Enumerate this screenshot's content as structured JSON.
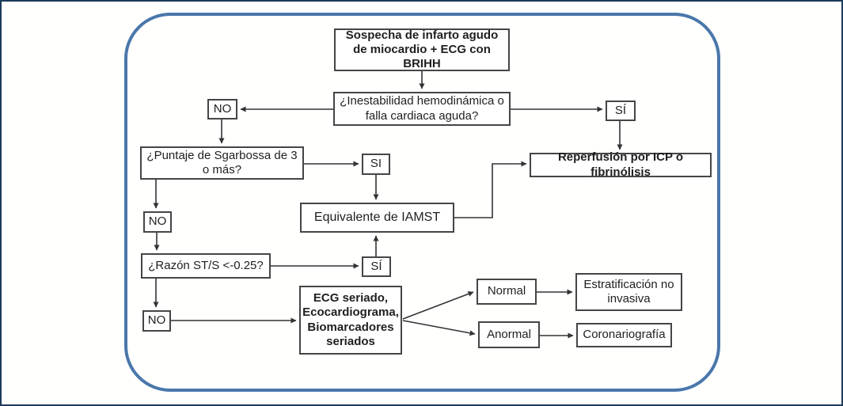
{
  "colors": {
    "outer_border": "#1c3a5a",
    "frame_border": "#4a77ab",
    "box_border": "#454545",
    "arrow": "#333333",
    "background": "#ffffff"
  },
  "nodes": {
    "sospecha": {
      "label": "Sospecha de infarto agudo de miocardio + ECG con BRIHH"
    },
    "inestabilidad": {
      "label": "¿Inestabilidad hemodinámica o falla cardiaca aguda?"
    },
    "no1": {
      "label": "NO"
    },
    "si1": {
      "label": "SÍ"
    },
    "reperfusion": {
      "label": "Reperfusión por ICP o fibrinólisis"
    },
    "sgarbossa": {
      "label": "¿Puntaje de Sgarbossa de 3 o más?"
    },
    "si2": {
      "label": "SI"
    },
    "equivalente": {
      "label": "Equivalente de IAMST"
    },
    "no2": {
      "label": "NO"
    },
    "razon": {
      "label": "¿Razón ST/S <-0.25?"
    },
    "si3": {
      "label": "SÍ"
    },
    "no3": {
      "label": "NO"
    },
    "ecg": {
      "label": "ECG seriado, Ecocardiograma, Biomarcadores seriados"
    },
    "normal": {
      "label": "Normal"
    },
    "estratificacion": {
      "label": "Estratificación no invasiva"
    },
    "anormal": {
      "label": "Anormal"
    },
    "coronariografia": {
      "label": "Coronariografía"
    }
  }
}
